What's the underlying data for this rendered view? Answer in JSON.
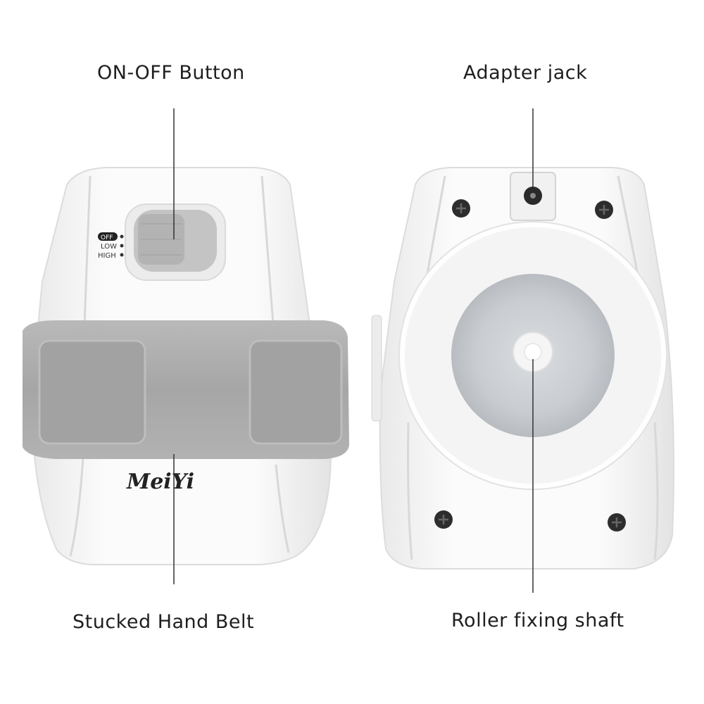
{
  "labels": {
    "on_off_button": "ON-OFF Button",
    "adapter_jack": "Adapter jack",
    "stucked_hand_belt": "Stucked Hand Belt",
    "roller_fixing_shaft": "Roller fixing shaft"
  },
  "switch_positions": [
    "OFF",
    "LOW",
    "HIGH"
  ],
  "brand_logo": "MeiYi",
  "colors": {
    "body": "#f6f6f6",
    "belt": "#a9a9a9",
    "switch": "#c4c4c4",
    "leader_line": "#333333",
    "screw": "#2d2d2d"
  }
}
